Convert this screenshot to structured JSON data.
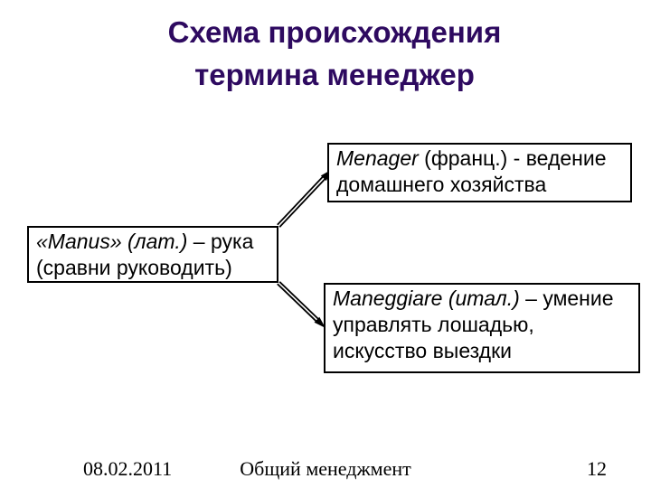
{
  "slide": {
    "title": {
      "line1": "Схема происхождения",
      "line2": "термина менеджер"
    },
    "boxes": {
      "manus": {
        "term": "«Manus» (лат.)",
        "rest": " – рука",
        "line2": "(сравни руководить)"
      },
      "menager": {
        "term": "Menager",
        "rest": " (франц.) - ведение",
        "line2": "домашнего хозяйства"
      },
      "maneggiare": {
        "term": "Maneggiare (итал.)",
        "rest": " – умение",
        "line2": "управлять лошадью,",
        "line3": "искусство выездки"
      }
    },
    "icons": {
      "arrow_to_menager": "double-line-arrow-up-right",
      "arrow_to_maneggiare": "double-line-arrow-down-right"
    },
    "footer": {
      "date": "08.02.2011",
      "course": "Общий менеджмент",
      "page_number": "12"
    },
    "colors": {
      "title_text": "#2E0A60",
      "body_text": "#000000",
      "box_border": "#000000",
      "background": "#FFFFFF"
    }
  }
}
